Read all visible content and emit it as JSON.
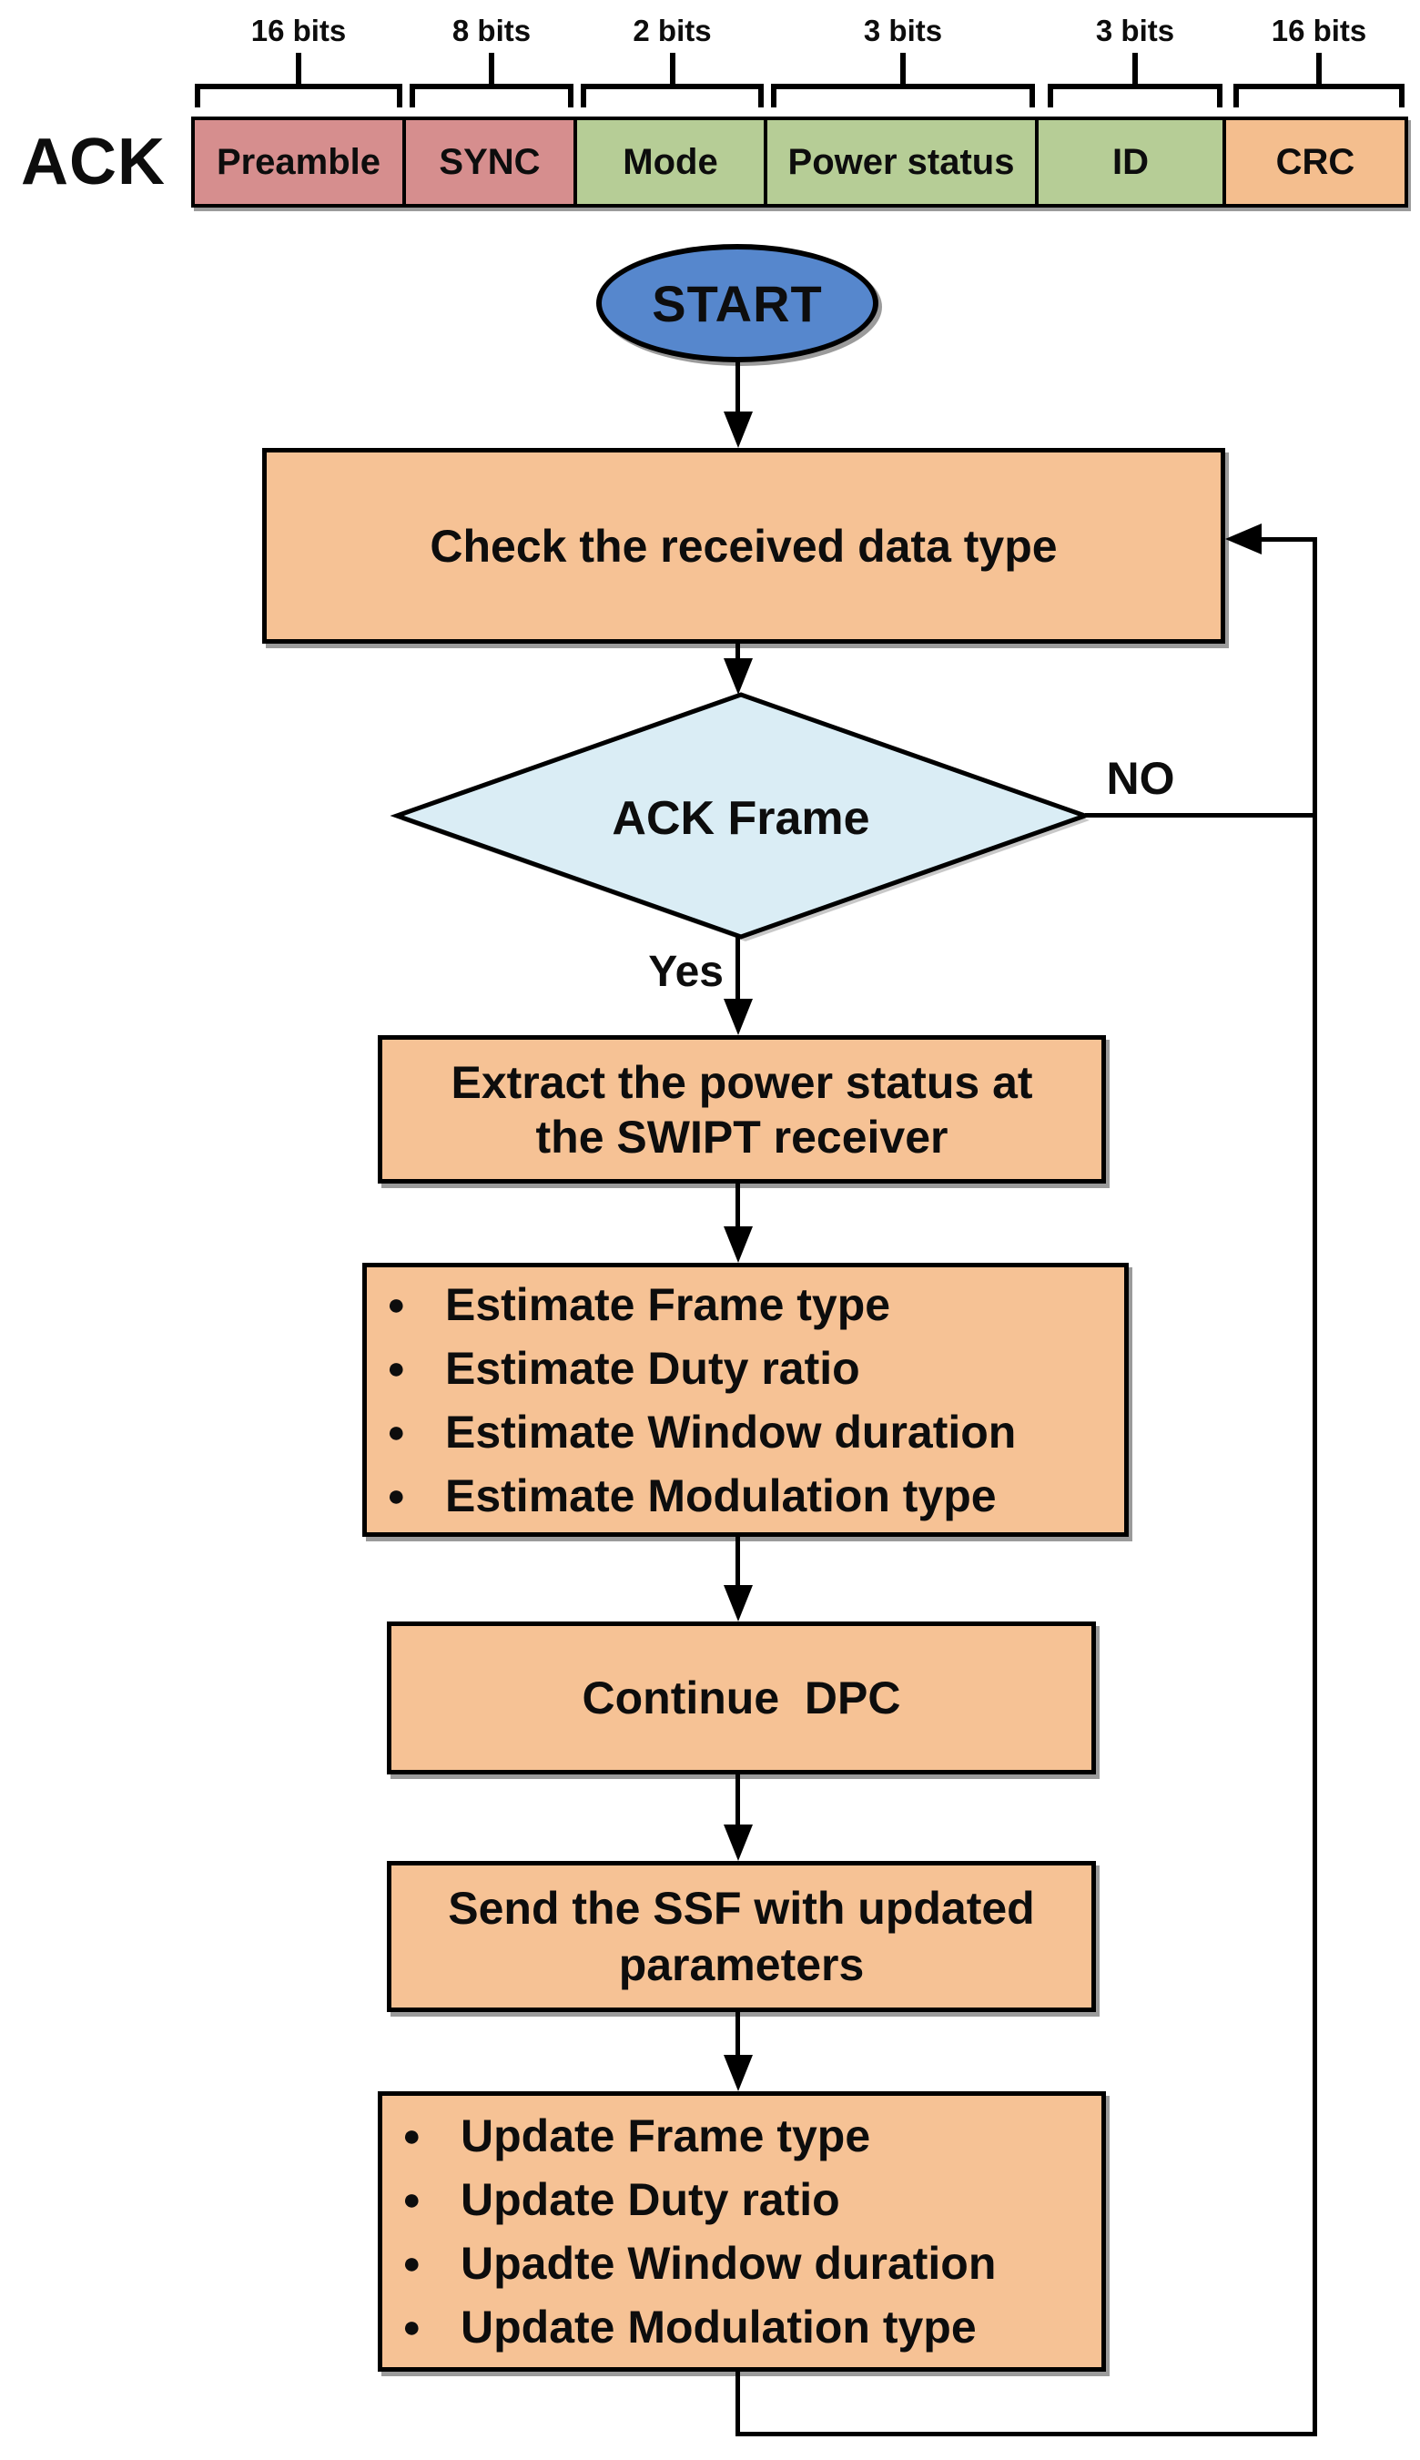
{
  "frame": {
    "name": "ACK",
    "fields": [
      {
        "bits": "16 bits",
        "label": "Preamble"
      },
      {
        "bits": "8 bits",
        "label": "SYNC"
      },
      {
        "bits": "2 bits",
        "label": "Mode"
      },
      {
        "bits": "3 bits",
        "label": "Power status"
      },
      {
        "bits": "3 bits",
        "label": "ID"
      },
      {
        "bits": "16 bits",
        "label": "CRC"
      }
    ]
  },
  "flow": {
    "start": "START",
    "check": "Check the received data type",
    "decision": "ACK Frame",
    "no_label": "NO",
    "yes_label": "Yes",
    "extract": "Extract the power status at\nthe SWIPT receiver",
    "estimate_items": [
      "Estimate Frame type",
      "Estimate Duty ratio",
      "Estimate Window duration",
      "Estimate Modulation type"
    ],
    "continue": "Continue  DPC",
    "send": "Send the SSF with updated\nparameters",
    "update_items": [
      "Update Frame type",
      "Update Duty ratio",
      "Upadte Window duration",
      "Update Modulation type"
    ],
    "bullet_glyph": "●"
  },
  "colors": {
    "rose": "#D68E8E",
    "green": "#B6CD96",
    "crc_orange": "#F4BE8E",
    "node_peach": "#F6C295",
    "diamond_blue": "#DAEDF5",
    "start_blue": "#5687CD",
    "line_black": "#000000",
    "shadow_gray": "#9B9B9B"
  }
}
